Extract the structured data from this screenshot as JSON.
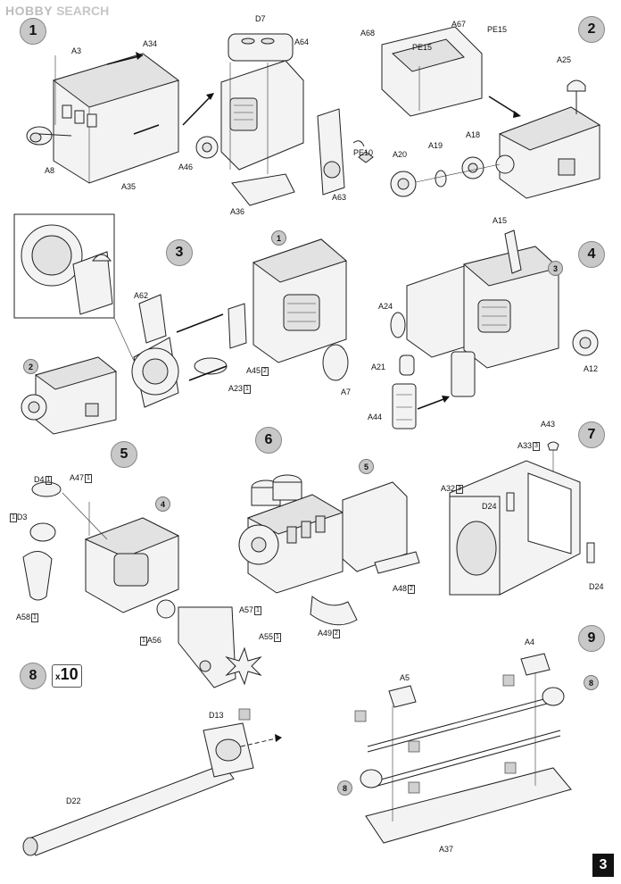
{
  "watermark": {
    "logo": "HOBBY",
    "site": "SEARCH"
  },
  "page_number": "3",
  "steps": [
    {
      "num": "1",
      "labels": {
        "a3": "A3",
        "a34": "A34",
        "a8": "A8",
        "a35": "A35",
        "d7": "D7",
        "a64": "A64",
        "a46": "A46",
        "pe10": "PE10",
        "a36": "A36",
        "a63": "A63"
      }
    },
    {
      "num": "2",
      "labels": {
        "a68": "A68",
        "a67": "A67",
        "pe15a": "PE15",
        "pe15b": "PE15",
        "a25": "A25",
        "a18": "A18",
        "a19": "A19",
        "a20": "A20"
      }
    },
    {
      "num": "3",
      "labels": {
        "a62": "A62",
        "a45": "A45",
        "a23": "A23",
        "a7": "A7"
      }
    },
    {
      "num": "4",
      "labels": {
        "a15": "A15",
        "a24": "A24",
        "a21": "A21",
        "a44": "A44",
        "a12": "A12"
      }
    },
    {
      "num": "5",
      "labels": {
        "d4": "D4",
        "a47": "A47",
        "d3": "D3",
        "a58": "A58",
        "a57": "A57",
        "a56": "A56",
        "a55": "A55"
      }
    },
    {
      "num": "6",
      "labels": {
        "a48": "A48",
        "a49": "A49"
      }
    },
    {
      "num": "7",
      "labels": {
        "a43": "A43",
        "a33": "A33",
        "a32": "A32",
        "d24a": "D24",
        "d24b": "D24"
      }
    },
    {
      "num": "8",
      "labels": {
        "d13": "D13",
        "d22": "D22"
      },
      "quantity": "10",
      "quantity_prefix": "x"
    },
    {
      "num": "9",
      "labels": {
        "a4": "A4",
        "a5": "A5",
        "a37": "A37"
      }
    }
  ],
  "sub_refs": {
    "one": "1",
    "two": "2",
    "three": "3",
    "four": "4",
    "five": "5",
    "eight": "8"
  },
  "box_marks": {
    "one": "1",
    "two": "2",
    "three": "3"
  }
}
